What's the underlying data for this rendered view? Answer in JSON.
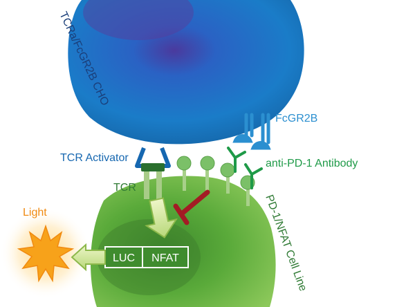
{
  "labels": {
    "top_cell": "TCRa/FcGR2B CHO",
    "receptor": "FcGR2B",
    "activator": "TCR Activator",
    "antibody": "anti-PD-1 Antibody",
    "tcr": "TCR",
    "light": "Light",
    "luc": "LUC",
    "nfat": "NFAT",
    "bottom_cell": "PD-1/NFAT Cell Line"
  },
  "colors": {
    "top_cell": "#1a6fc0",
    "bottom_cell": "#5cab3d",
    "activator": "#1667b0",
    "antibody": "#1f9a48",
    "inhibition": "#a31c24",
    "light": "#f7a21a",
    "arrow": "#d8ec9a"
  }
}
